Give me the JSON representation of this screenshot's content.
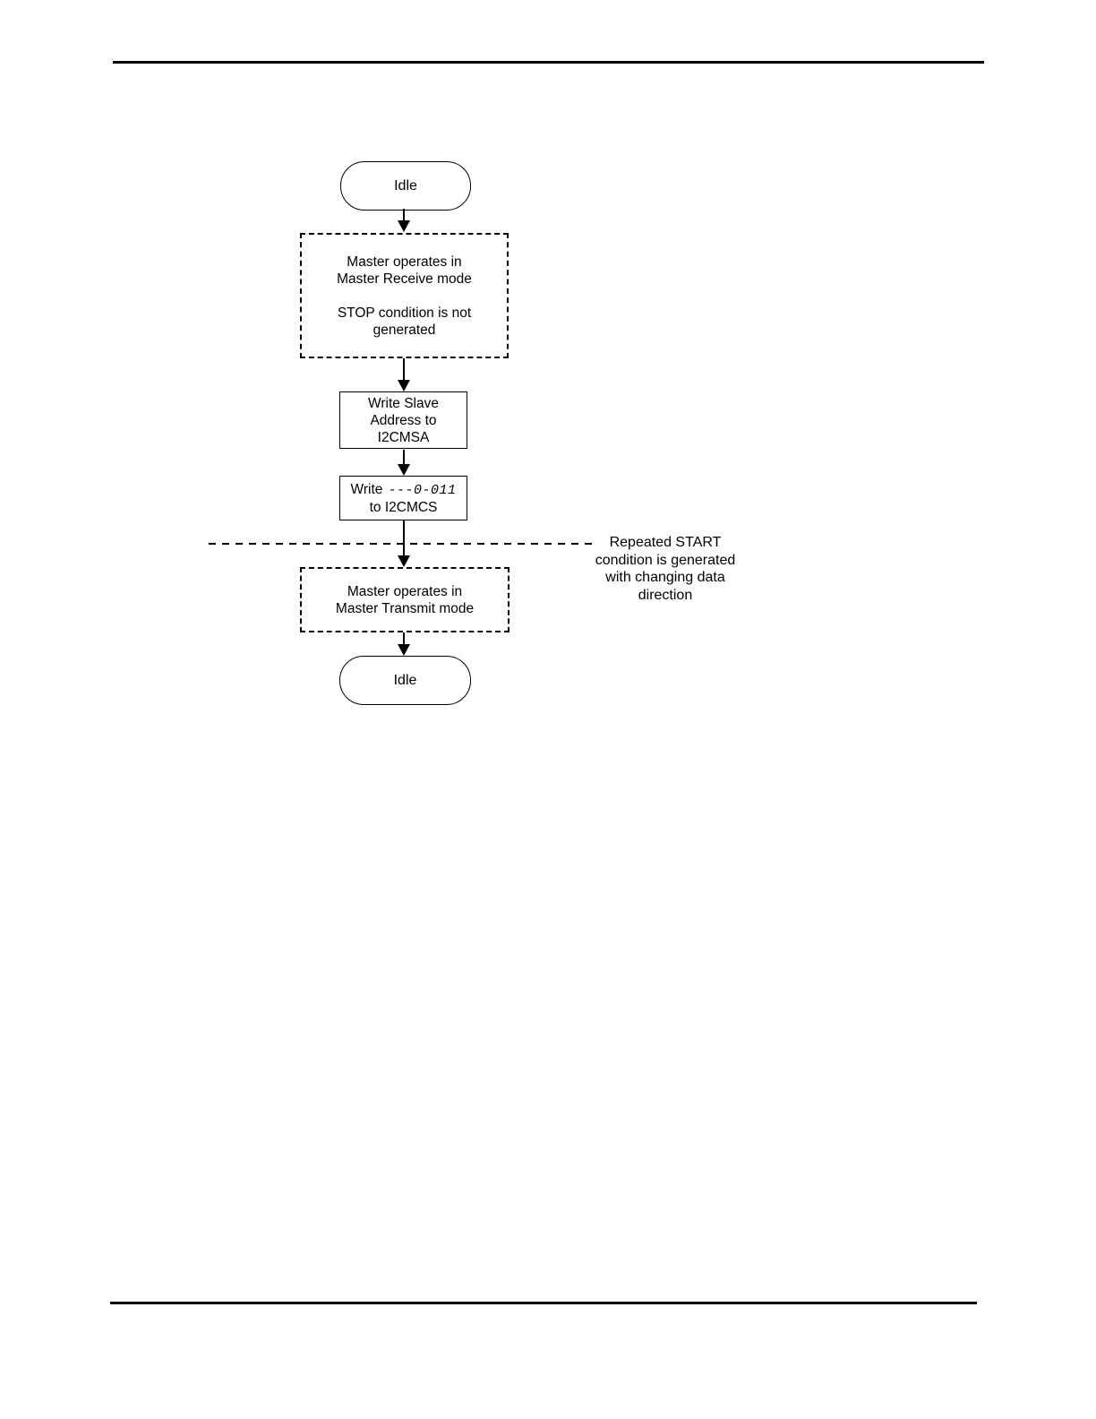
{
  "page": {
    "background": "#ffffff",
    "stroke_color": "#000000"
  },
  "flowchart": {
    "start_terminal": {
      "label": "Idle"
    },
    "receive_state_box": {
      "text": "Master operates in\nMaster Receive mode\n\nSTOP condition is not\ngenerated"
    },
    "write_slave_address_box": {
      "text": "Write Slave\nAddress to\nI2CMSA"
    },
    "write_i2cmcs_box": {
      "prefix": "Write",
      "code": "---0-011",
      "suffix": "to I2CMCS"
    },
    "repeated_start_annotation": {
      "text": "Repeated START\ncondition is generated\nwith changing data\ndirection"
    },
    "transmit_state_box": {
      "text": "Master operates in\nMaster Transmit mode"
    },
    "end_terminal": {
      "label": "Idle"
    }
  }
}
